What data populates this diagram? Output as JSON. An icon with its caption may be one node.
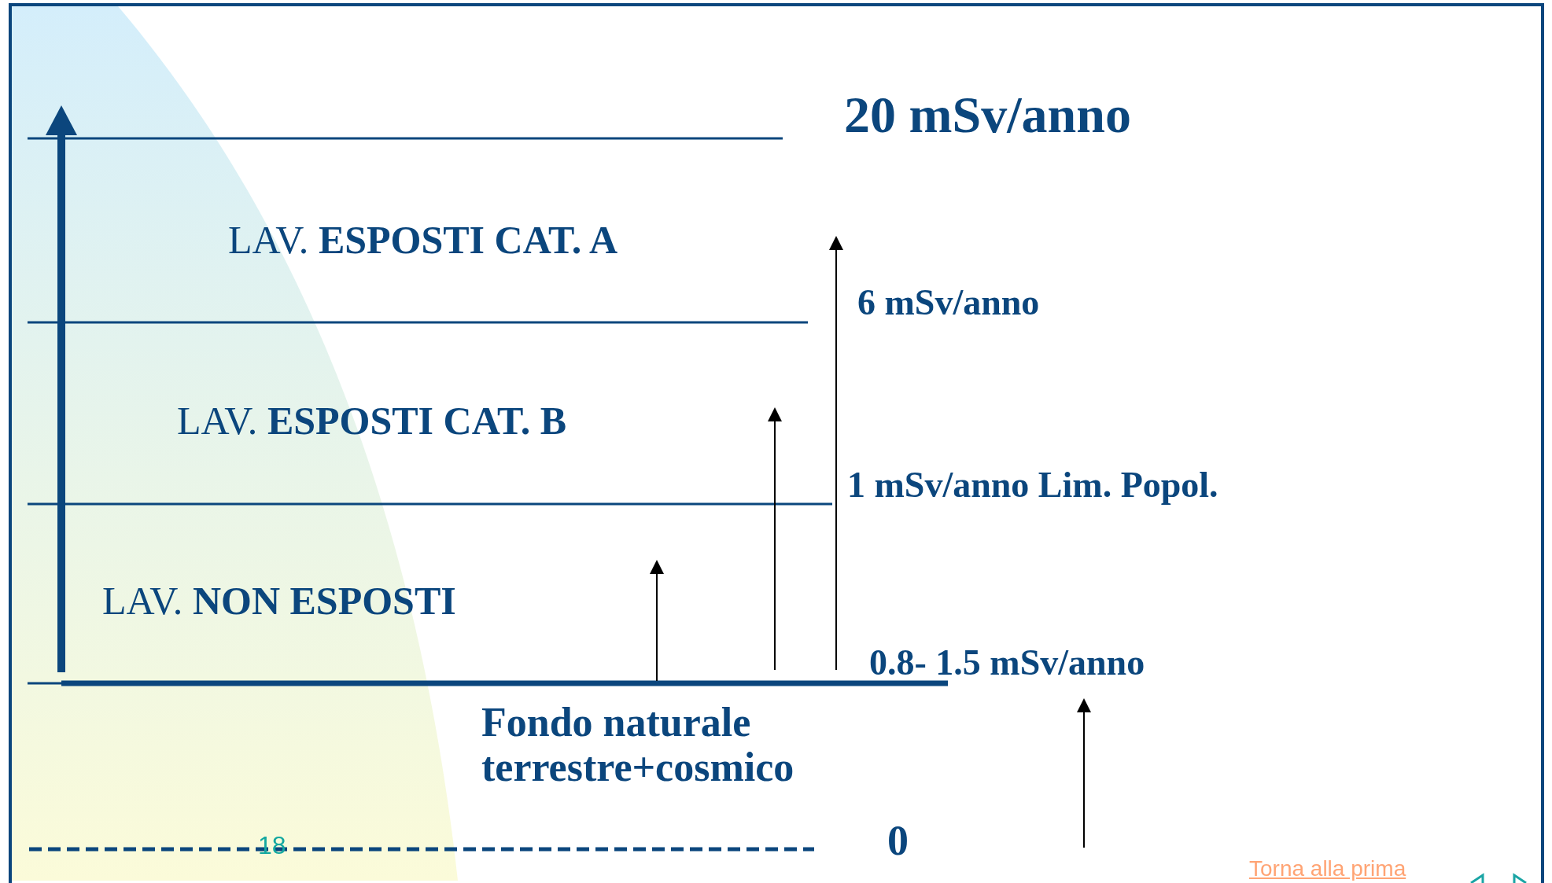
{
  "diagram": {
    "labels": [
      "20 mSv/anno",
      "LAV. **ESPOSTI CAT. A**",
      "6 mSv/anno",
      "LAV. **ESPOSTI CAT. B**",
      "1 mSv/anno Lim. Popol.",
      "LAV. **NON ESPOSTI**",
      "0.8- 1.5 mSv/anno",
      "Fondo naturale terrestre+cosmico",
      "18",
      "0",
      "Torna alla prima"
    ]
  }
}
